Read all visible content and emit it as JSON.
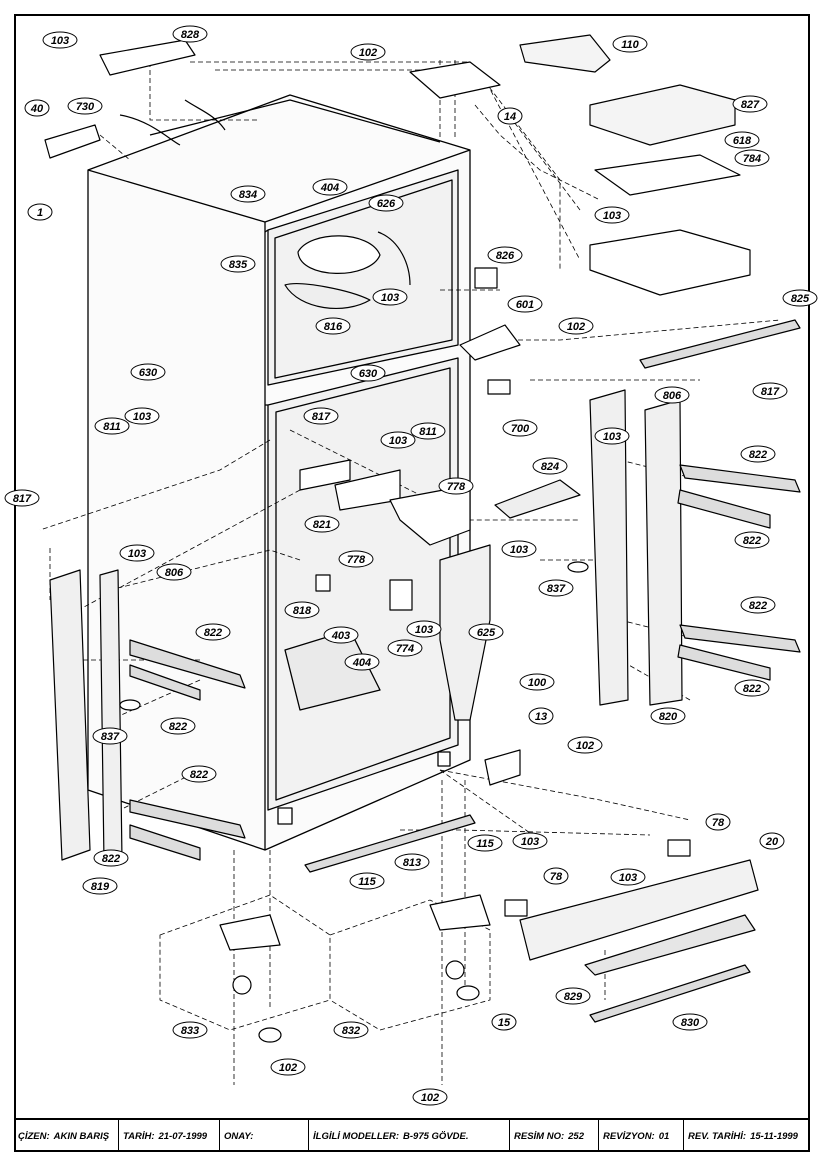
{
  "labels": [
    {
      "id": "l103a",
      "text": "103"
    },
    {
      "id": "l828",
      "text": "828"
    },
    {
      "id": "l102a",
      "text": "102"
    },
    {
      "id": "l110",
      "text": "110"
    },
    {
      "id": "l40",
      "text": "40"
    },
    {
      "id": "l730",
      "text": "730"
    },
    {
      "id": "l14",
      "text": "14"
    },
    {
      "id": "l827",
      "text": "827"
    },
    {
      "id": "l618",
      "text": "618"
    },
    {
      "id": "l784",
      "text": "784"
    },
    {
      "id": "l1",
      "text": "1"
    },
    {
      "id": "l834",
      "text": "834"
    },
    {
      "id": "l404a",
      "text": "404"
    },
    {
      "id": "l626",
      "text": "626"
    },
    {
      "id": "l103b",
      "text": "103"
    },
    {
      "id": "l826",
      "text": "826"
    },
    {
      "id": "l835",
      "text": "835"
    },
    {
      "id": "l103c",
      "text": "103"
    },
    {
      "id": "l601",
      "text": "601"
    },
    {
      "id": "l102b",
      "text": "102"
    },
    {
      "id": "l825",
      "text": "825"
    },
    {
      "id": "l816",
      "text": "816"
    },
    {
      "id": "l630a",
      "text": "630"
    },
    {
      "id": "l630b",
      "text": "630"
    },
    {
      "id": "l700",
      "text": "700"
    },
    {
      "id": "l817a",
      "text": "817"
    },
    {
      "id": "l806a",
      "text": "806"
    },
    {
      "id": "l103d",
      "text": "103"
    },
    {
      "id": "l811a",
      "text": "811"
    },
    {
      "id": "l817b",
      "text": "817"
    },
    {
      "id": "l103e",
      "text": "103"
    },
    {
      "id": "l811b",
      "text": "811"
    },
    {
      "id": "l103f",
      "text": "103"
    },
    {
      "id": "l822a",
      "text": "822"
    },
    {
      "id": "l824",
      "text": "824"
    },
    {
      "id": "l778a",
      "text": "778"
    },
    {
      "id": "l817c",
      "text": "817"
    },
    {
      "id": "l821",
      "text": "821"
    },
    {
      "id": "l822b",
      "text": "822"
    },
    {
      "id": "l103g",
      "text": "103"
    },
    {
      "id": "l778b",
      "text": "778"
    },
    {
      "id": "l103h",
      "text": "103"
    },
    {
      "id": "l806b",
      "text": "806"
    },
    {
      "id": "l837a",
      "text": "837"
    },
    {
      "id": "l818",
      "text": "818"
    },
    {
      "id": "l625",
      "text": "625"
    },
    {
      "id": "l822c",
      "text": "822"
    },
    {
      "id": "l403",
      "text": "403"
    },
    {
      "id": "l103i",
      "text": "103"
    },
    {
      "id": "l822d",
      "text": "822"
    },
    {
      "id": "l404b",
      "text": "404"
    },
    {
      "id": "l774",
      "text": "774"
    },
    {
      "id": "l822e",
      "text": "822"
    },
    {
      "id": "l822f",
      "text": "822"
    },
    {
      "id": "l100",
      "text": "100"
    },
    {
      "id": "l837b",
      "text": "837"
    },
    {
      "id": "l820",
      "text": "820"
    },
    {
      "id": "l13",
      "text": "13"
    },
    {
      "id": "l102c",
      "text": "102"
    },
    {
      "id": "l822g",
      "text": "822"
    },
    {
      "id": "l115a",
      "text": "115"
    },
    {
      "id": "l103j",
      "text": "103"
    },
    {
      "id": "l78a",
      "text": "78"
    },
    {
      "id": "l20",
      "text": "20"
    },
    {
      "id": "l822h",
      "text": "822"
    },
    {
      "id": "l813",
      "text": "813"
    },
    {
      "id": "l103k",
      "text": "103"
    },
    {
      "id": "l819",
      "text": "819"
    },
    {
      "id": "l115b",
      "text": "115"
    },
    {
      "id": "l78b",
      "text": "78"
    },
    {
      "id": "l829",
      "text": "829"
    },
    {
      "id": "l833",
      "text": "833"
    },
    {
      "id": "l832",
      "text": "832"
    },
    {
      "id": "l15",
      "text": "15"
    },
    {
      "id": "l830",
      "text": "830"
    },
    {
      "id": "l102d",
      "text": "102"
    },
    {
      "id": "l102e",
      "text": "102"
    }
  ],
  "titleblock": {
    "drawn_by_key": "ÇİZEN:",
    "drawn_by": "AKIN  BARIŞ",
    "date_key": "TARİH:",
    "date": "21-07-1999",
    "approval_key": "ONAY:",
    "approval": "",
    "models_key": "İLGİLİ MODELLER:",
    "models": "B-975 GÖVDE.",
    "drawing_no_key": "RESİM NO:",
    "drawing_no": "252",
    "revision_key": "REVİZYON:",
    "revision": "01",
    "rev_date_key": "REV. TARİHİ:",
    "rev_date": "15-11-1999"
  }
}
